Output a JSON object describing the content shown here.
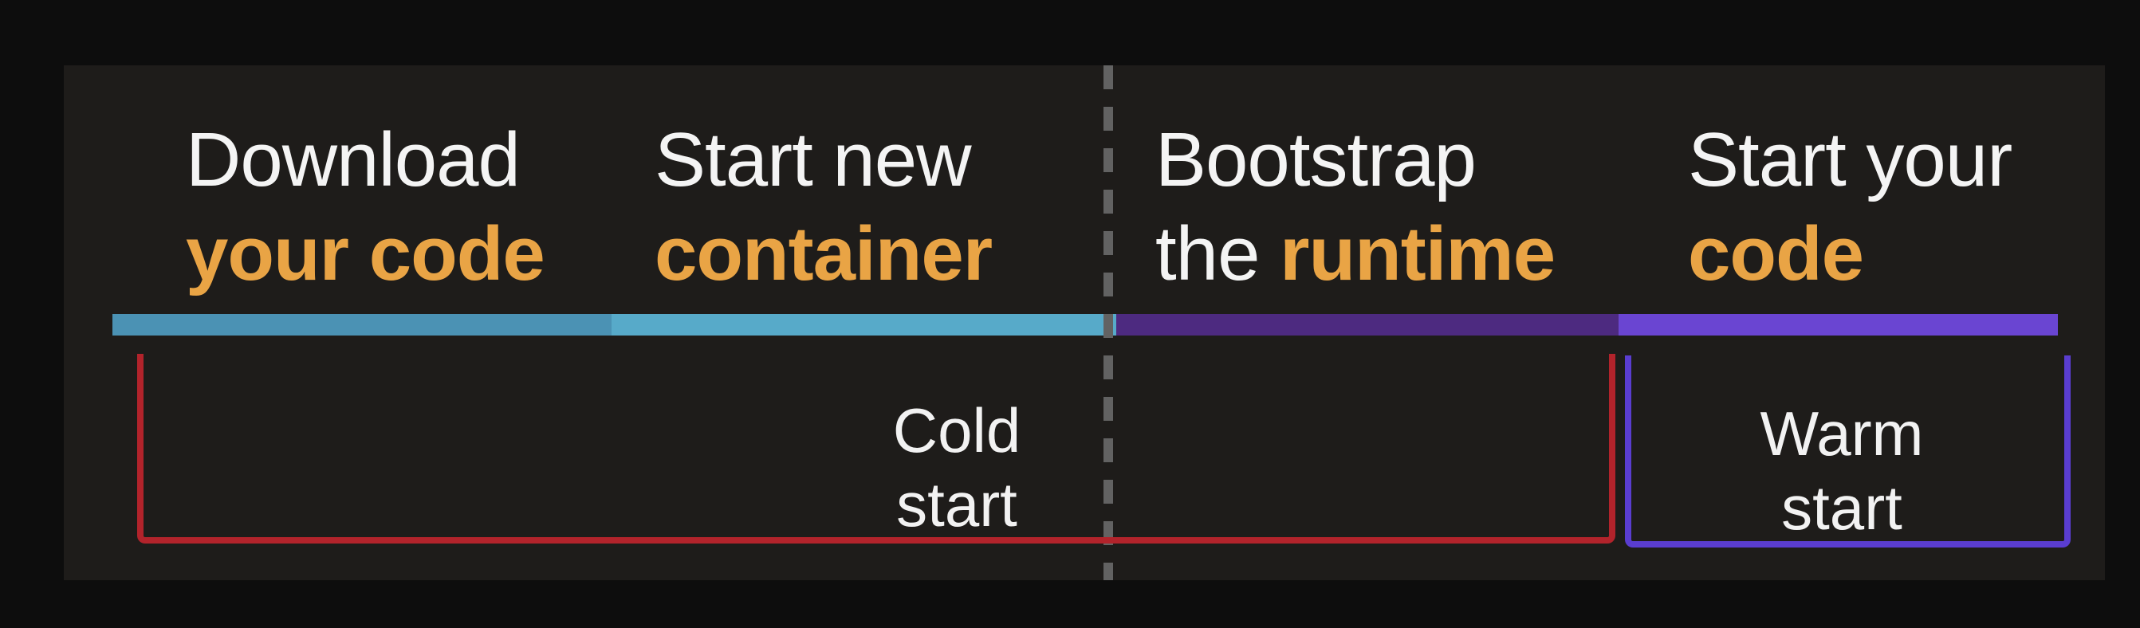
{
  "slide": {
    "background": "#1e1c1a",
    "outer_background": "#0d0d0d",
    "accent_text_color": "#e9a445",
    "plain_text_color": "#f4f4f4"
  },
  "phases": [
    {
      "id": "download-your-code",
      "line1": "Download",
      "line2_white": "",
      "line2_accent": "your code",
      "bar_color": "#4b92b4"
    },
    {
      "id": "start-new-container",
      "line1": "Start new",
      "line2_white": "",
      "line2_accent": "container",
      "bar_color": "#57aac9"
    },
    {
      "id": "bootstrap-the-runtime",
      "line1": "Bootstrap",
      "line2_white": "the ",
      "line2_accent": "runtime",
      "bar_color": "#4d2a80"
    },
    {
      "id": "start-your-code",
      "line1": "Start your",
      "line2_white": "",
      "line2_accent": "code",
      "bar_color": "#6a45d2"
    }
  ],
  "divider": {
    "color": "#626262",
    "style": "dashed-vertical"
  },
  "brackets": {
    "cold": {
      "line1": "Cold",
      "line2": "start",
      "color": "#b2232b"
    },
    "warm": {
      "line1": "Warm",
      "line2": "start",
      "color": "#5a3dd0"
    }
  }
}
